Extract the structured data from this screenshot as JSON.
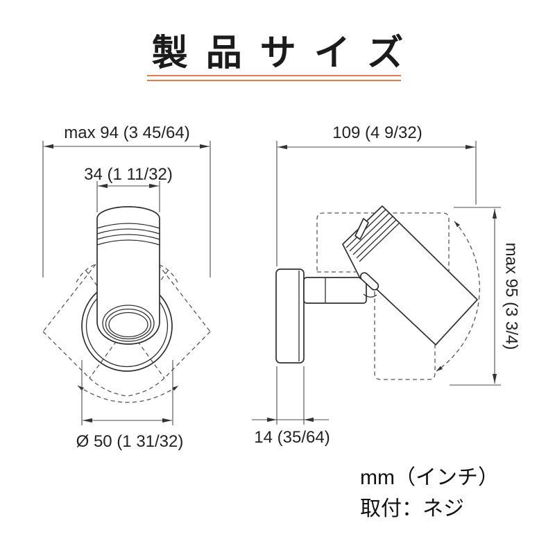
{
  "title": {
    "text": "製品サイズ"
  },
  "colors": {
    "accent": "#E57B4E",
    "ink": "#2E2E2E",
    "background": "#FFFFFF"
  },
  "views": {
    "front": {
      "name": "front-view",
      "dim_overall_width": "max 94 (3 45/64)",
      "dim_head_width": "34 (1 11/32)",
      "dim_base_diameter": "Ø 50 (1 31/32)"
    },
    "side": {
      "name": "side-view",
      "dim_depth": "109 (4 9/32)",
      "dim_overall_height": "max 95 (3 3/4)",
      "dim_plate_thickness": "14 (35/64)"
    }
  },
  "footnotes": {
    "units": "mm（インチ）",
    "mounting": "取付：ネジ"
  }
}
